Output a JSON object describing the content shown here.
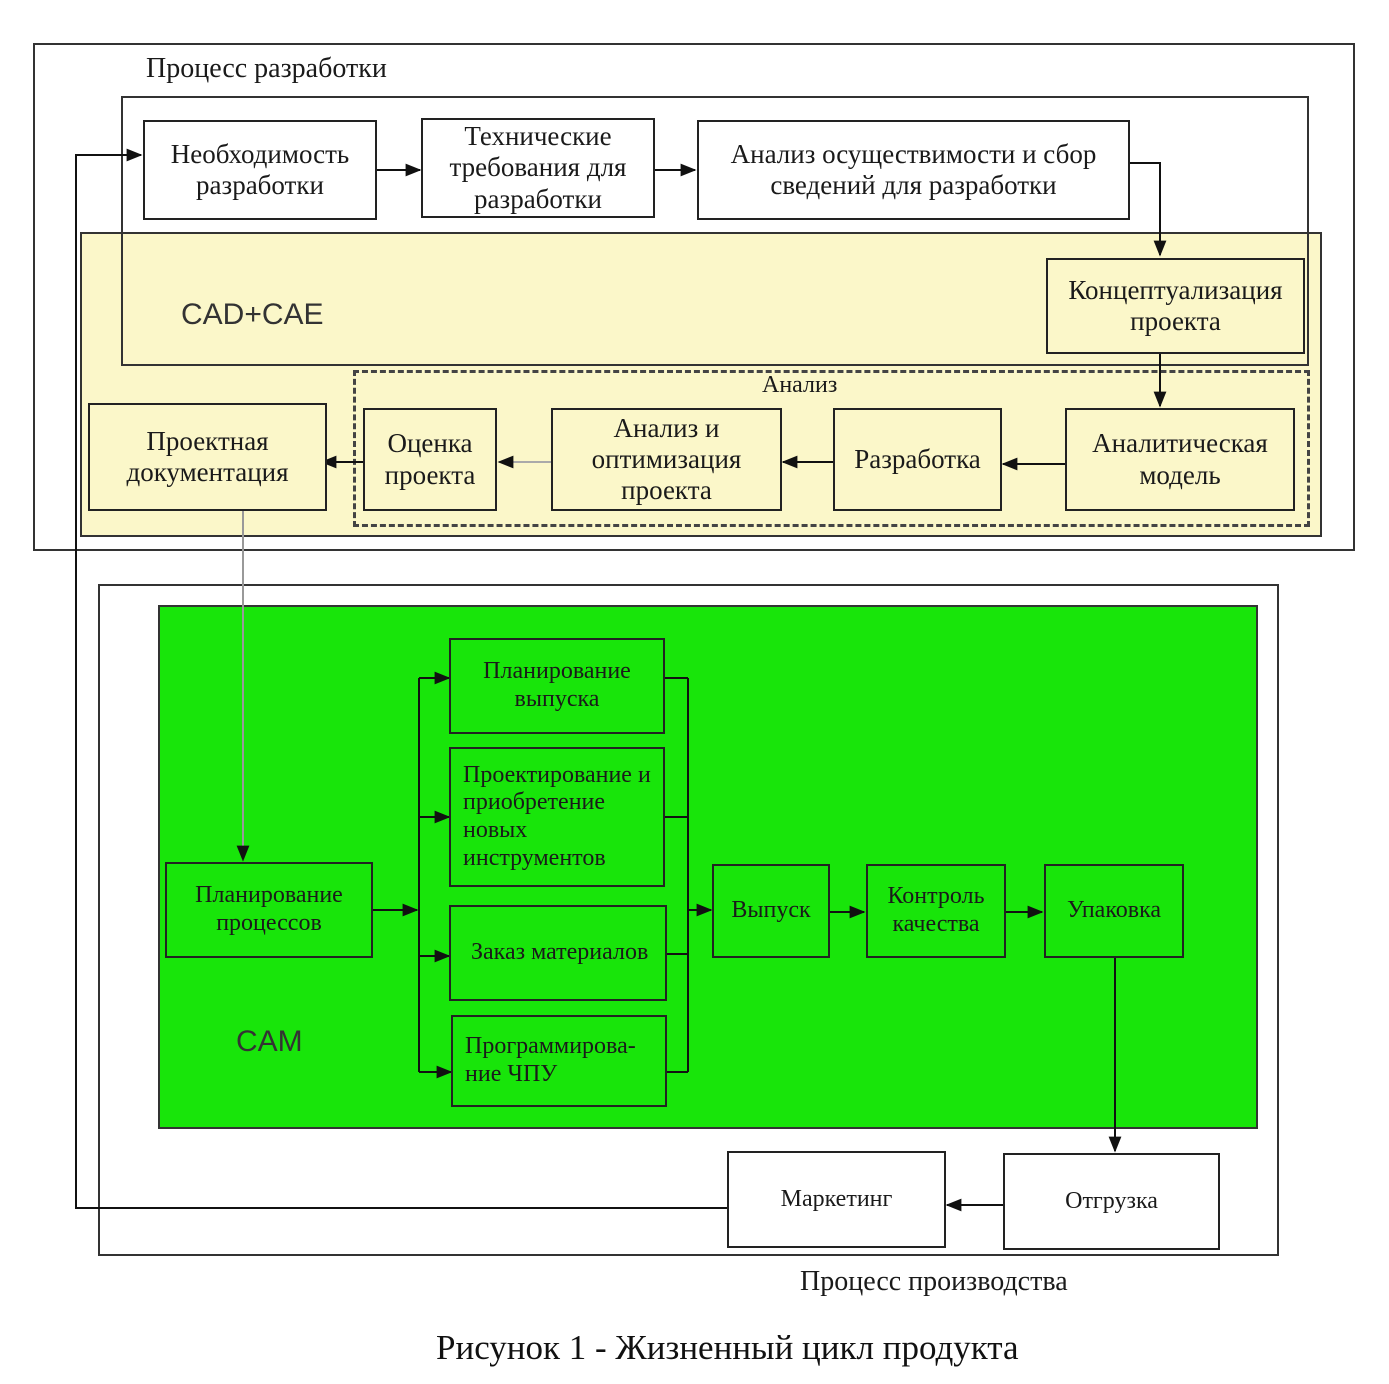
{
  "colors": {
    "cad_region": "#fbf7c9",
    "cam_region": "#18e50a",
    "stroke": "#222222",
    "connector_light": "#aaaaaa"
  },
  "labels": {
    "development_process": "Процесс разработки",
    "cad_cae": "CAD+CAE",
    "analysis_group": "Анализ",
    "cam": "CAM",
    "production_process": "Процесс производства",
    "caption": "Рисунок 1 - Жизненный цикл продукта"
  },
  "nodes": {
    "need": "Необходимость разработки",
    "requirements": "Технические требования для разработки",
    "feasibility": "Анализ осуществимости и сбор сведений для разработки",
    "concept": "Концептуализация проекта",
    "analytic_model": "Аналитическая модель",
    "design": "Разработка",
    "optimization": "Анализ и оптимизация проекта",
    "evaluation": "Оценка проекта",
    "documentation": "Проектная документация",
    "process_planning": "Планирование процессов",
    "release_planning": "Планирование выпуска",
    "tooling": "Проектирование и приобретение новых инструментов",
    "materials": "Заказ материалов",
    "cnc": "Программирова-ние ЧПУ",
    "production": "Выпуск",
    "quality": "Контроль качества",
    "packaging": "Упаковка",
    "shipping": "Отгрузка",
    "marketing": "Маркетинг"
  }
}
